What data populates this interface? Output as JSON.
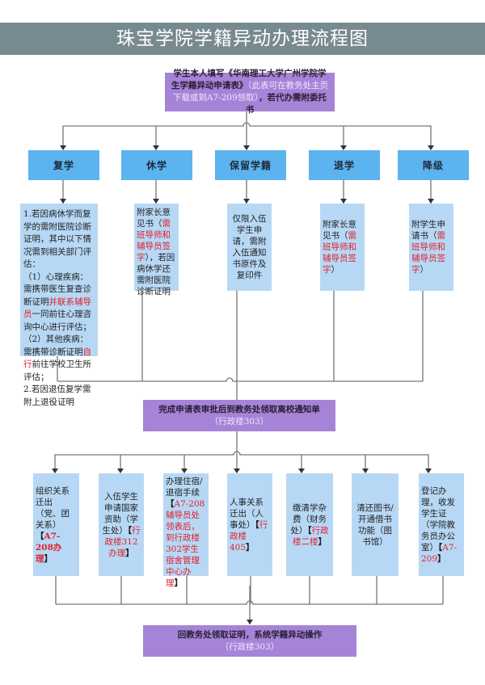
{
  "title": "珠宝学院学籍异动办理流程图",
  "start": {
    "line1_a": "学生本人填写《华南理工大学广州学院学生学籍异动申请表》",
    "line1_note": "（此表可在教务处主页下载或到A7-209领取）",
    "line1_b": "，若代办需附委托书"
  },
  "categories": [
    {
      "label": "复学"
    },
    {
      "label": "休学"
    },
    {
      "label": "保留学籍"
    },
    {
      "label": "退学"
    },
    {
      "label": "降级"
    }
  ],
  "details": {
    "resume": {
      "p1": "1.若因病休学而复学的需附医院诊断证明，其中以下情况需到相关部门评估：",
      "p2_a": "（1）心理疾病：需携带医生复查诊断证明",
      "p2_red": "并联系辅导员",
      "p2_b": "一同前往心理咨询中心进行评估；",
      "p3_a": "（2）其他疾病：需携带诊断证明",
      "p3_red": "自行",
      "p3_b": "前往学校卫生所评估；",
      "p4": "2.若因退伍复学需附上退役证明"
    },
    "suspend": {
      "a": "附家长意见书（",
      "red": "需班导师和辅导员签字",
      "b": "），若因病休学还需附医院诊断证明"
    },
    "reserve": {
      "text": "仅限入伍学生申请，需附入伍通知书原件及复印件"
    },
    "withdraw": {
      "a": "附家长意见书（",
      "red": "需班导师和辅导员签字",
      "b": "）"
    },
    "demote": {
      "a": "附学生申请书（",
      "red": "需班导师和辅导员签字",
      "b": "）"
    }
  },
  "middle": {
    "line1": "完成申请表审批后到教务处领取离校通知单",
    "line2": "（行政楼303）"
  },
  "steps": [
    {
      "a": "组织关系迁出（党、团关系）",
      "open": "【",
      "red": "A7-208办理",
      "close": "】"
    },
    {
      "a": "入伍学生申请国家资助（学生处）",
      "open": "【",
      "red": "行政楼312办理",
      "close": "】"
    },
    {
      "a": "办理住宿/退宿手续",
      "open": "【",
      "red": "A7-208辅导员处领表后，到行政楼302学生宿舍管理中心办理",
      "close": "】"
    },
    {
      "a": "人事关系迁出（人事处）",
      "open": "【",
      "red": "行政楼405",
      "close": "】"
    },
    {
      "a": "缴清学杂费（财务处）",
      "open": "【",
      "red": "行政楼二楼",
      "close": "】"
    },
    {
      "a": "清还图书/开通借书功能（图书馆）",
      "open": "",
      "red": "",
      "close": ""
    },
    {
      "a": "登记办理，收发学生证（学院教务员办公室）",
      "open": "【",
      "red": "A7-209",
      "close": "】"
    }
  ],
  "end": {
    "line1": "回教务处领取证明，系统学籍异动操作",
    "line2": "（行政楼303）"
  },
  "colors": {
    "banner": "#778a90",
    "purple": "#a584d8",
    "category": "#5bb3ef",
    "detail": "#b7d8f5",
    "highlight": "#e0202c"
  }
}
